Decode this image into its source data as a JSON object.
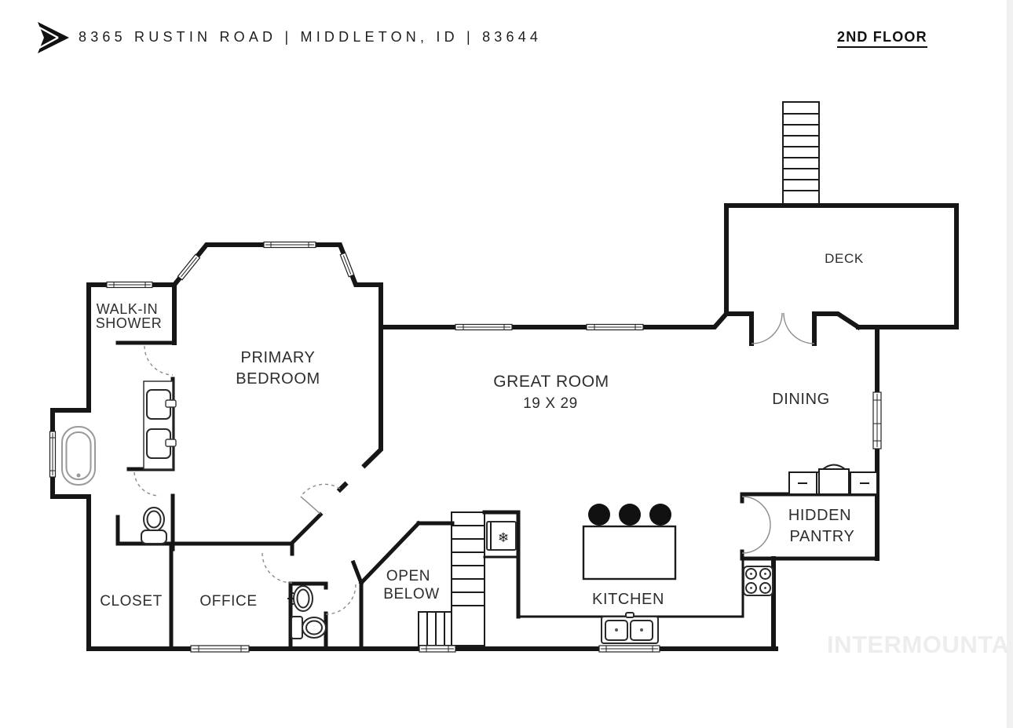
{
  "header": {
    "address": "8365 RUSTIN ROAD | MIDDLETON, ID | 83644",
    "floor_label": "2ND FLOOR",
    "logo_icon": "double-chevron-arrow"
  },
  "rooms": {
    "walk_in_shower": {
      "line1": "WALK-IN",
      "line2": "SHOWER"
    },
    "primary_bedroom": {
      "line1": "PRIMARY",
      "line2": "BEDROOM"
    },
    "great_room": {
      "line1": "GREAT ROOM",
      "line2": "19 X 29"
    },
    "dining": {
      "label": "DINING"
    },
    "deck": {
      "label": "DECK"
    },
    "hidden_pantry": {
      "line1": "HIDDEN",
      "line2": "PANTRY"
    },
    "kitchen": {
      "label": "KITCHEN"
    },
    "open_below": {
      "line1": "OPEN",
      "line2": "BELOW"
    },
    "closet": {
      "label": "CLOSET"
    },
    "office": {
      "label": "OFFICE"
    }
  },
  "icons": {
    "refrigerator": "❄"
  },
  "watermark": "INTERMOUNTAIN",
  "colors": {
    "wall": "#161616",
    "label_text": "#2e2e2e",
    "door_arc": "#8a8a8a",
    "watermark": "#ededee",
    "page_edge": "#f0f0f1"
  }
}
